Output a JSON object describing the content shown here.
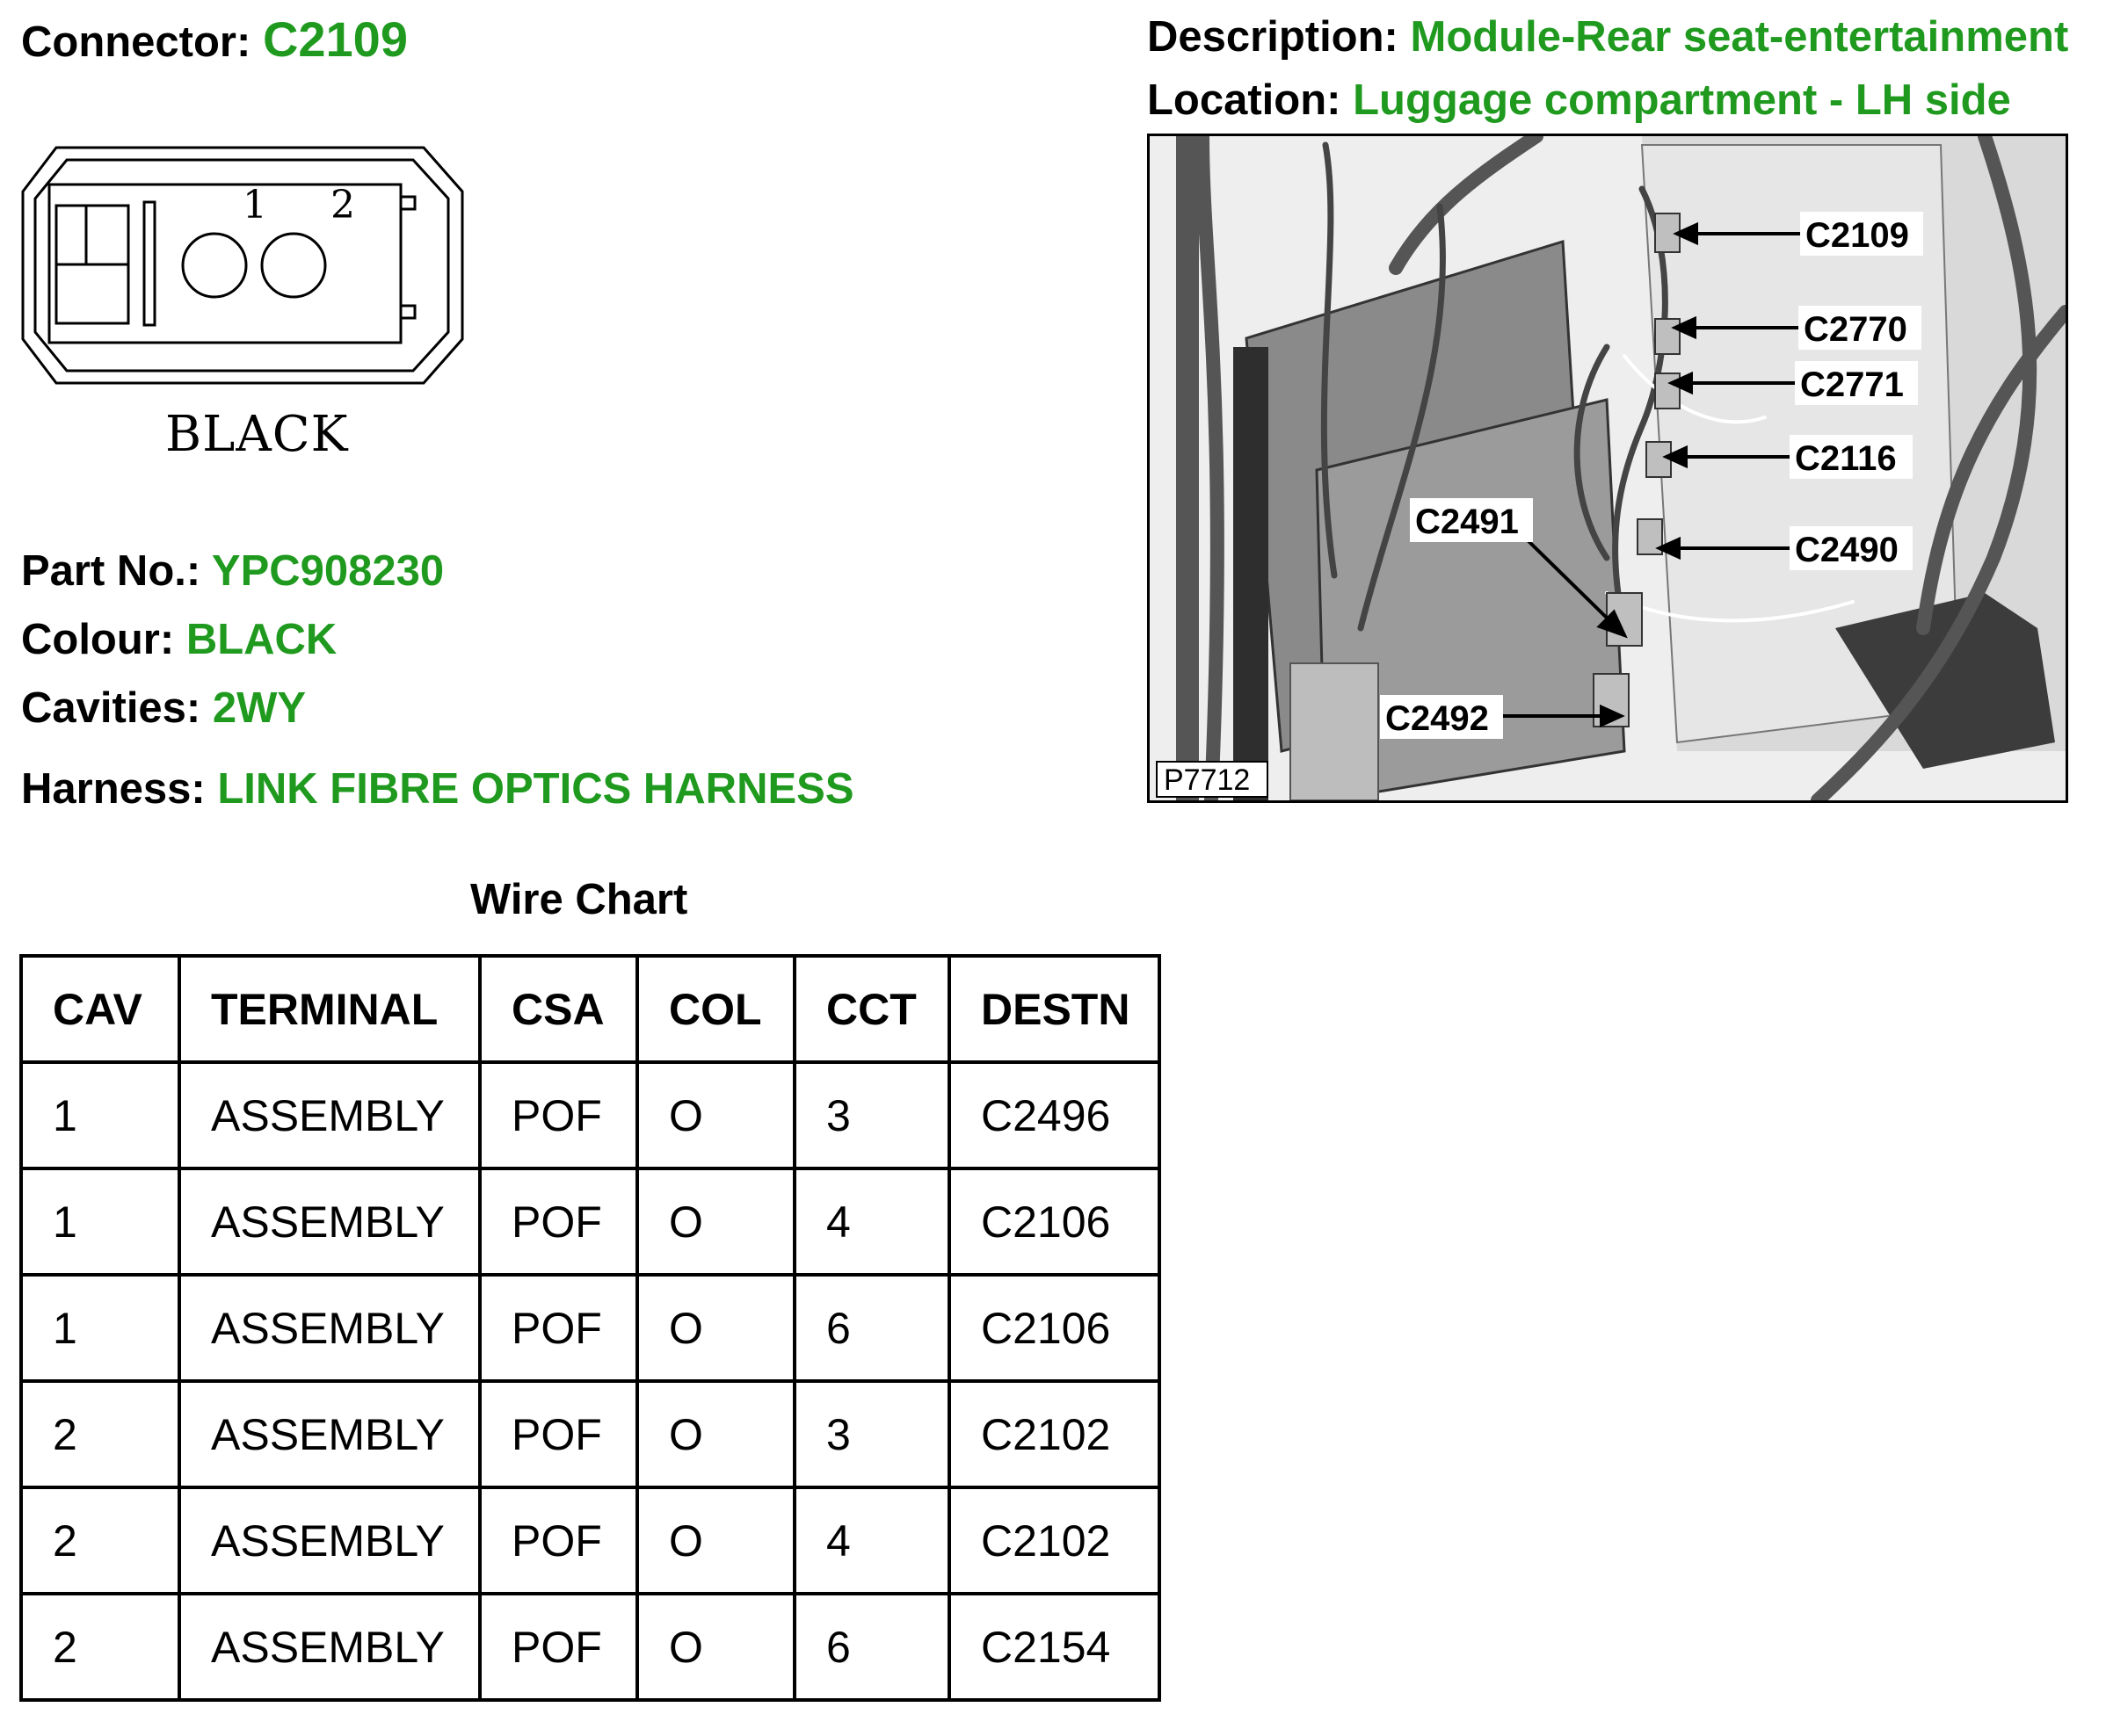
{
  "header": {
    "connector_label": "Connector:",
    "connector_value": "C2109",
    "description_label": "Description:",
    "description_value": "Module-Rear seat-entertainment",
    "location_label": "Location:",
    "location_value": "Luggage compartment - LH side"
  },
  "connector_face": {
    "pin_1": "1",
    "pin_2": "2",
    "colour_text": "BLACK"
  },
  "details": {
    "part_no_label": "Part No.:",
    "part_no_value": "YPC908230",
    "colour_label": "Colour:",
    "colour_value": "BLACK",
    "cavities_label": "Cavities:",
    "cavities_value": "2WY",
    "harness_label": "Harness:",
    "harness_value": "LINK FIBRE OPTICS HARNESS"
  },
  "photo": {
    "ref": "P7712",
    "callouts": [
      "C2109",
      "C2770",
      "C2771",
      "C2116",
      "C2490",
      "C2491",
      "C2492"
    ]
  },
  "wire_chart": {
    "title": "Wire Chart",
    "columns": [
      "CAV",
      "TERMINAL",
      "CSA",
      "COL",
      "CCT",
      "DESTN"
    ],
    "rows": [
      [
        "1",
        "ASSEMBLY",
        "POF",
        "O",
        "3",
        "C2496"
      ],
      [
        "1",
        "ASSEMBLY",
        "POF",
        "O",
        "4",
        "C2106"
      ],
      [
        "1",
        "ASSEMBLY",
        "POF",
        "O",
        "6",
        "C2106"
      ],
      [
        "2",
        "ASSEMBLY",
        "POF",
        "O",
        "3",
        "C2102"
      ],
      [
        "2",
        "ASSEMBLY",
        "POF",
        "O",
        "4",
        "C2102"
      ],
      [
        "2",
        "ASSEMBLY",
        "POF",
        "O",
        "6",
        "C2154"
      ]
    ]
  },
  "colors": {
    "accent_green": "#1f9a1f",
    "text": "#000000"
  }
}
